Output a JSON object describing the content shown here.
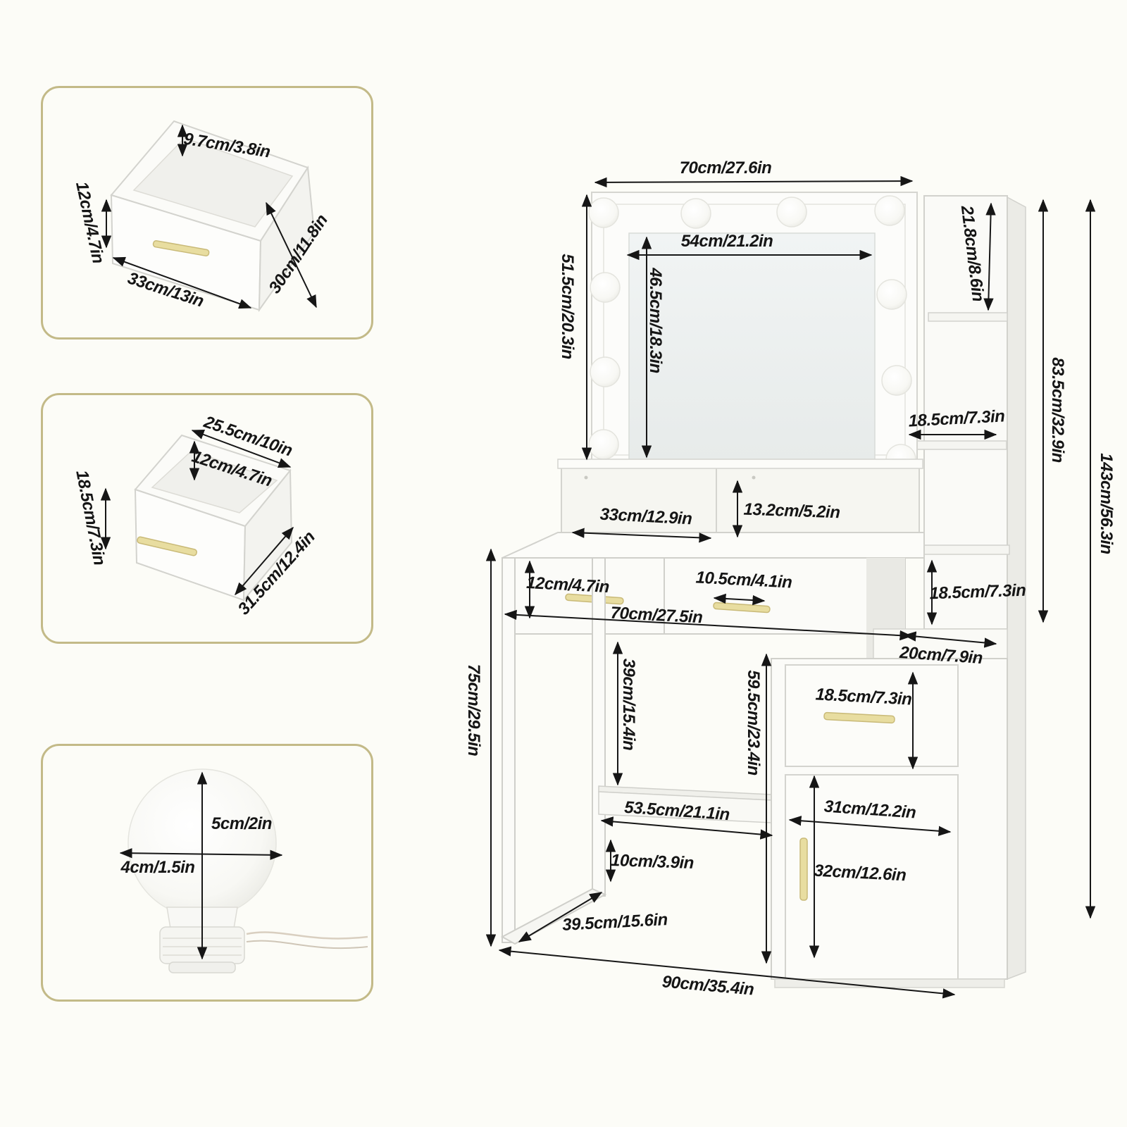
{
  "figure_type": "furniture-dimension-diagram",
  "product": "vanity dressing table with lighted mirror, side tower shelves and cabinet",
  "colors": {
    "inset_border_tan": "#c3ba88",
    "handle_gold": "#e8dda0",
    "line_black": "#161616",
    "furniture_white": "#fbfbf8"
  },
  "insets": {
    "drawer_small": {
      "inner_depth": "9.7cm/3.8in",
      "front_height": "12cm/4.7in",
      "width": "33cm/13in",
      "depth": "30cm/11.8in"
    },
    "drawer_large": {
      "top_width": "25.5cm/10in",
      "inner_depth": "12cm/4.7in",
      "front_height": "18.5cm/7.3in",
      "depth": "31.5cm/12.4in"
    },
    "bulb": {
      "height": "5cm/2in",
      "diameter": "4cm/1.5in"
    }
  },
  "main": {
    "top_width": "70cm/27.6in",
    "mirror_width": "54cm/21.2in",
    "mirror_height": "46.5cm/18.3in",
    "frame_height": "51.5cm/20.3in",
    "tower_top_shelf": "21.8cm/8.6in",
    "tower_shelf_width": "18.5cm/7.3in",
    "upper_height": "83.5cm/32.9in",
    "total_height": "143cm/56.3in",
    "niche_width": "33cm/12.9in",
    "niche_height": "13.2cm/5.2in",
    "drawer_height": "12cm/4.7in",
    "handle_width": "10.5cm/4.1in",
    "desk_width": "70cm/27.5in",
    "tower_lower_height": "18.5cm/7.3in",
    "step_depth": "20cm/7.9in",
    "desk_height": "75cm/29.5in",
    "clearance_height": "39cm/15.4in",
    "cabinet_height": "59.5cm/23.4in",
    "stretcher_width": "53.5cm/21.1in",
    "stretcher_floor_gap": "10cm/3.9in",
    "base_depth": "39.5cm/15.6in",
    "side_drawer_height": "18.5cm/7.3in",
    "cabinet_width": "31cm/12.2in",
    "door_height": "32cm/12.6in",
    "total_width": "90cm/35.4in"
  }
}
